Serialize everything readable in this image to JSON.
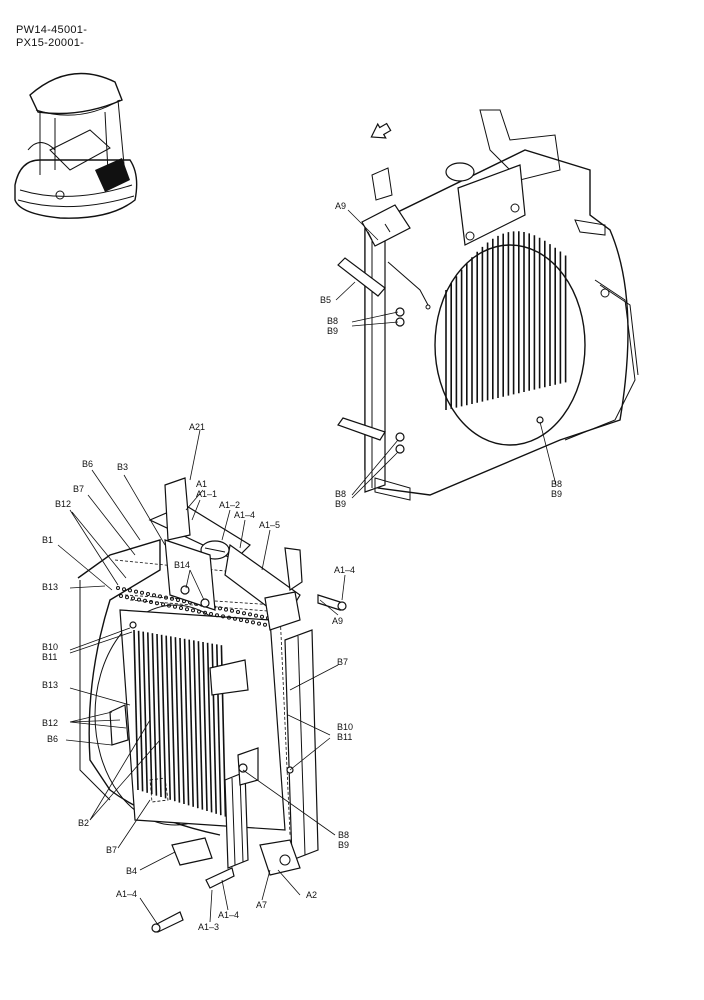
{
  "header": {
    "serial_line_1": "PW14-45001-",
    "serial_line_2": "PX15-20001-"
  },
  "labels": {
    "upper": {
      "A9": "A9",
      "B5": "B5",
      "B8_1": "B8",
      "B9_1": "B9",
      "B8_2": "B8",
      "B9_2": "B9",
      "B8_3": "B8",
      "B9_3": "B9"
    },
    "lower": {
      "A21": "A21",
      "B6_top": "B6",
      "B3": "B3",
      "A1": "A1",
      "A1_1": "A1–1",
      "A1_2": "A1–2",
      "A1_4_a": "A1–4",
      "A1_5": "A1–5",
      "B7_top": "B7",
      "B12_top": "B12",
      "B1": "B1",
      "B13_top": "B13",
      "B14": "B14",
      "A1_4_b": "A1–4",
      "A9": "A9",
      "B10_left": "B10",
      "B11_left": "B11",
      "B7_right": "B7",
      "B13_mid": "B13",
      "B12_mid": "B12",
      "B6_mid": "B6",
      "B10_right": "B10",
      "B11_right": "B11",
      "B2": "B2",
      "B8": "B8",
      "B9": "B9",
      "B7_bottom": "B7",
      "B4": "B4",
      "A2": "A2",
      "A7": "A7",
      "A1_4_c": "A1–4",
      "A1_4_d": "A1–4",
      "A1_3": "A1–3"
    }
  }
}
